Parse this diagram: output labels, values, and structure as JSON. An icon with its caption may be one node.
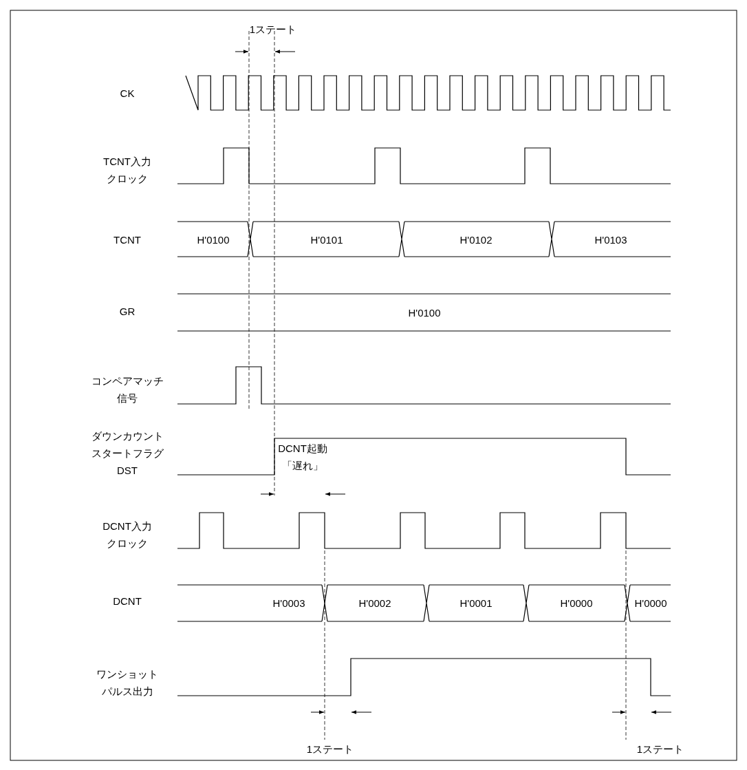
{
  "diagram": {
    "labels": [
      "1ステート",
      "CK",
      "TCNT入力クロック",
      "TCNT",
      "H'0100",
      "H'0101",
      "H'0102",
      "H'0103",
      "GR",
      "H'0100",
      "コンペアマッチ信号",
      "ダウンカウントスタートフラグDST",
      "DCNT起動「遅れ」",
      "DCNT入力クロック",
      "DCNT",
      "H'0003",
      "H'0002",
      "H'0001",
      "H'0000",
      "H'0000",
      "ワンショットパルス出力",
      "1ステート",
      "1ステート"
    ]
  }
}
